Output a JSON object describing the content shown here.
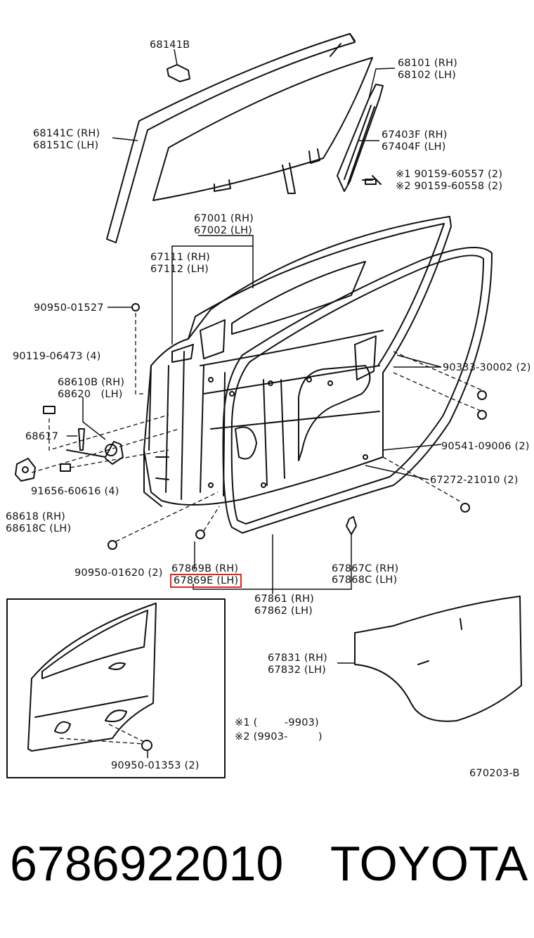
{
  "labels": {
    "l1": "68141B",
    "l2a": "68101 (RH)",
    "l2b": "68102 (LH)",
    "l3a": "68141C (RH)",
    "l3b": "68151C (LH)",
    "l4a": "67403F (RH)",
    "l4b": "67404F (LH)",
    "l5a": "※1  90159-60557 (2)",
    "l5b": "※2  90159-60558 (2)",
    "l6a": "67001 (RH)",
    "l6b": "67002 (LH)",
    "l7a": "67111 (RH)",
    "l7b": "67112 (LH)",
    "l8": "90950-01527",
    "l9": "90119-06473 (4)",
    "l10a": "68610B (RH)",
    "l10b": "68620   (LH)",
    "l11": "68617",
    "l12": "91656-60616 (4)",
    "l13a": "68618 (RH)",
    "l13b": "68618C (LH)",
    "l14": "90333-30002 (2)",
    "l15": "90541-09006 (2)",
    "l16": "67272-21010 (2)",
    "l17": "90950-01620 (2)",
    "l18a": "67869B (RH)",
    "l18b": "67869E (LH)",
    "l19a": "67867C (RH)",
    "l19b": "67868C (LH)",
    "l20a": "67861 (RH)",
    "l20b": "67862 (LH)",
    "l21a": "67831 (RH)",
    "l21b": "67832 (LH)",
    "l22a": "※1 (        -9903)",
    "l22b": "※2 (9903-         )",
    "l23": "90950-01353 (2)",
    "l24": "670203-B"
  },
  "footer": {
    "part_number": "6786922010",
    "brand": "TOYOTA"
  },
  "colors": {
    "line": "#111111",
    "highlight": "#e0271f"
  }
}
